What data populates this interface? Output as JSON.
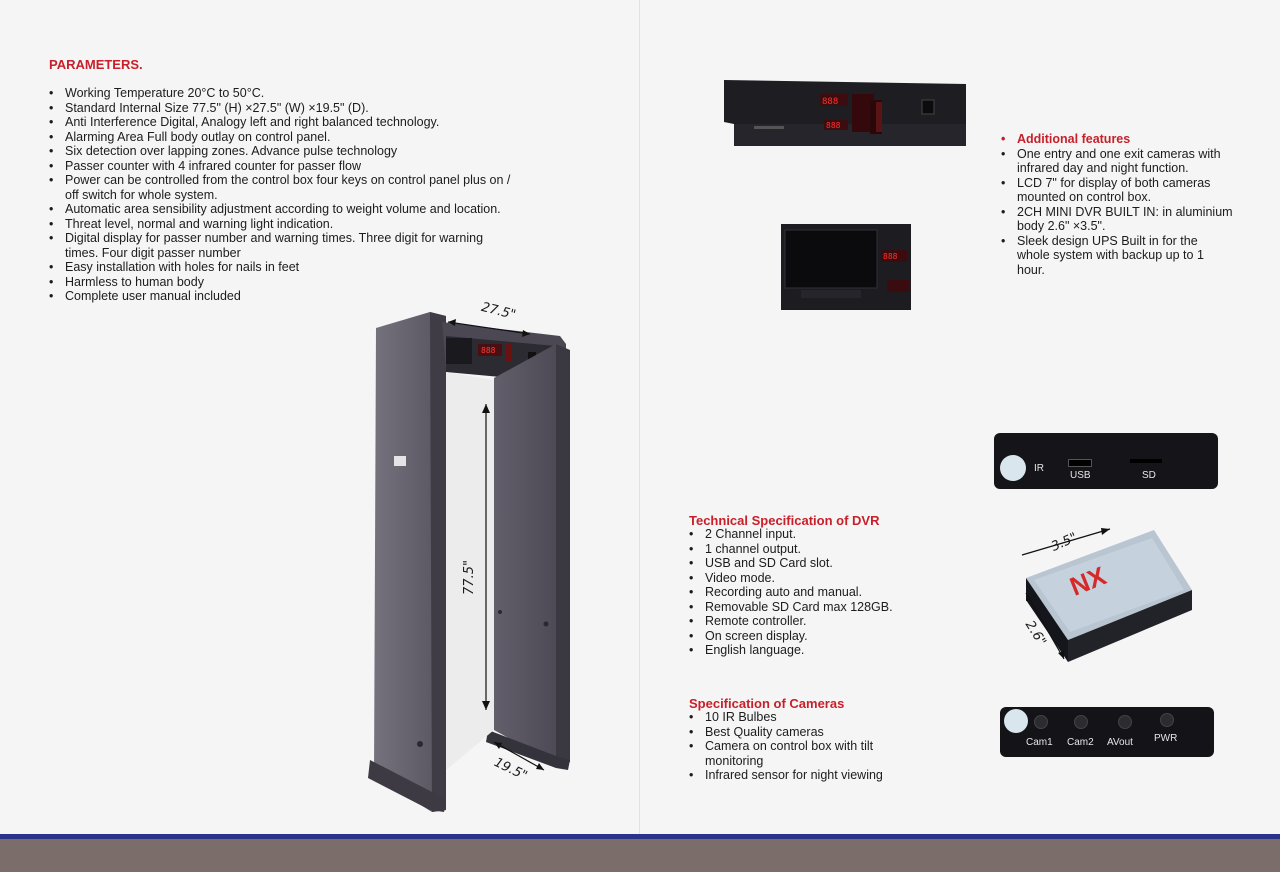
{
  "parameters": {
    "heading": "PARAMETERS.",
    "items": [
      "Working Temperature 20°C to 50°C.",
      "Standard Internal Size 77.5\" (H) ×27.5\" (W) ×19.5\" (D).",
      "Anti Interference Digital, Analogy left and right balanced technology.",
      "Alarming Area Full body outlay on control panel.",
      "Six detection over lapping zones. Advance pulse technology",
      "Passer counter with 4 infrared counter for passer flow",
      "Power can be controlled from the control box four keys on control panel plus on / off switch for whole system.",
      "Automatic area  sensibility adjustment according to weight volume and location.",
      "Threat level, normal and warning light indication.",
      "Digital display for passer number and warning times. Three digit for warning times. Four digit passer number",
      "Easy installation with holes for nails in feet",
      "Harmless to human body",
      "Complete user manual included"
    ]
  },
  "gate_dimensions": {
    "width": "27.5\"",
    "height": "77.5\"",
    "depth": "19.5\""
  },
  "additional_features": {
    "heading": "Additional features",
    "items": [
      "One entry and one exit cameras with infrared day and night function.",
      "LCD 7\" for display of both cameras mounted on control box.",
      "2CH MINI DVR BUILT IN: in aluminium body 2.6\" ×3.5\".",
      "Sleek design UPS Built in for the whole system with backup up to 1 hour."
    ]
  },
  "dvr_spec": {
    "heading": "Technical Specification of DVR",
    "items": [
      "2 Channel input.",
      "1 channel output.",
      "USB and SD Card slot.",
      "Video mode.",
      "Recording auto and manual.",
      "Removable SD Card max 128GB.",
      "Remote controller.",
      "On screen display.",
      "English language."
    ]
  },
  "camera_spec": {
    "heading": "Specification of Cameras",
    "items": [
      "10 IR Bulbes",
      "Best Quality cameras",
      "Camera on control box with tilt monitoring",
      "Infrared sensor for night viewing"
    ]
  },
  "dvr_front_ports": {
    "ir": "IR",
    "usb": "USB",
    "sd": "SD"
  },
  "dvr_box": {
    "width": "3.5\"",
    "height": "2.6\"",
    "logo": "NX"
  },
  "dvr_back_ports": {
    "cam1": "Cam1",
    "cam2": "Cam2",
    "avout": "AVout",
    "pwr": "PWR"
  },
  "colors": {
    "accent_red": "#c8202a",
    "band_blue": "#2a3389",
    "footer": "#7a6d6a",
    "gate_grey": "#5c5a66"
  }
}
